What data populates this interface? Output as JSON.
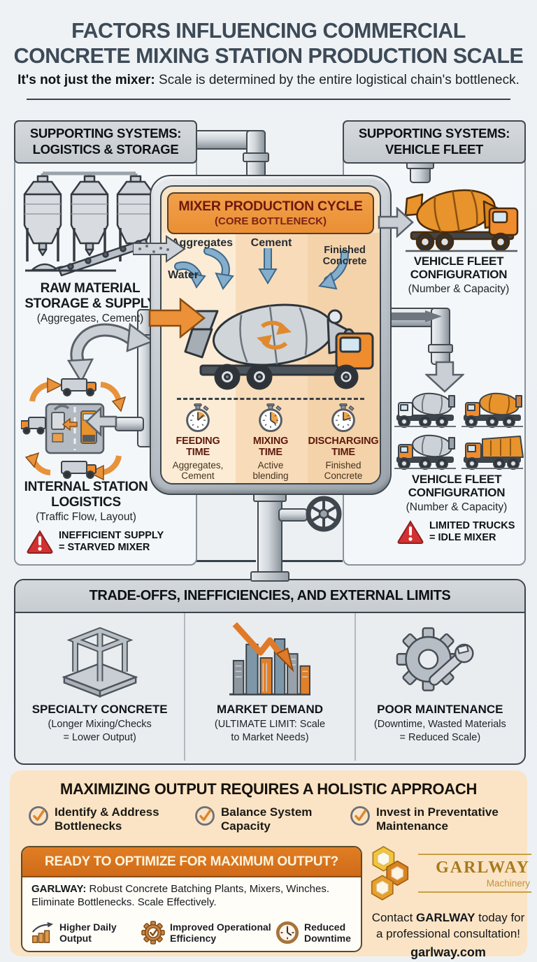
{
  "header": {
    "title_line1": "FACTORS INFLUENCING COMMERCIAL",
    "title_line2": "CONCRETE MIXING STATION PRODUCTION SCALE",
    "subtitle_bold": "It's not just the mixer:",
    "subtitle_rest": " Scale is determined by the entire logistical chain's bottleneck."
  },
  "left_panel": {
    "header_line1": "SUPPORTING SYSTEMS:",
    "header_line2": "LOGISTICS & STORAGE",
    "raw_material_line1": "RAW MATERIAL",
    "raw_material_line2": "STORAGE & SUPPLY",
    "raw_material_sub": "(Aggregates, Cement)",
    "logistics_line1": "INTERNAL STATION",
    "logistics_line2": "LOGISTICS",
    "logistics_sub": "(Traffic Flow, Layout)",
    "warning_line1": "INEFFICIENT SUPPLY",
    "warning_line2": "= STARVED MIXER"
  },
  "right_panel": {
    "header_line1": "SUPPORTING SYSTEMS:",
    "header_line2": "VEHICLE FLEET",
    "fleet_line1": "VEHICLE FLEET",
    "fleet_line2": "CONFIGURATION",
    "fleet_sub": "(Number & Capacity)",
    "warning_line1": "LIMITED TRUCKS",
    "warning_line2": "= IDLE MIXER"
  },
  "mixer_cycle": {
    "title": "MIXER PRODUCTION CYCLE",
    "subtitle": "(CORE BOTTLENECK)",
    "label_aggregates": "Aggregates",
    "label_cement": "Cement",
    "label_water": "Water",
    "label_finished_line1": "Finished",
    "label_finished_line2": "Concrete",
    "phases": [
      {
        "t1": "FEEDING",
        "t2": "TIME",
        "d1": "Aggregates,",
        "d2": "Cement"
      },
      {
        "t1": "MIXING",
        "t2": "TIME",
        "d1": "Active",
        "d2": "blending"
      },
      {
        "t1": "DISCHARGING",
        "t2": "TIME",
        "d1": "Finished",
        "d2": "Concrete"
      }
    ]
  },
  "tradeoffs": {
    "header": "TRADE-OFFS, INEFFICIENCIES, AND EXTERNAL LIMITS",
    "items": [
      {
        "title": "SPECIALTY CONCRETE",
        "d1": "(Longer Mixing/Checks",
        "d2": "= Lower Output)"
      },
      {
        "title": "MARKET DEMAND",
        "d1": "(ULTIMATE LIMIT: Scale",
        "d2": "to Market Needs)"
      },
      {
        "title": "POOR MAINTENANCE",
        "d1": "(Downtime, Wasted Materials",
        "d2": "= Reduced Scale)"
      }
    ]
  },
  "holistic": {
    "title": "MAXIMIZING OUTPUT REQUIRES A HOLISTIC APPROACH",
    "checks": [
      {
        "l1": "Identify & Address",
        "l2": "Bottlenecks"
      },
      {
        "l1": "Balance System",
        "l2": "Capacity"
      },
      {
        "l1": "Invest in Preventative",
        "l2": "Maintenance"
      }
    ]
  },
  "cta": {
    "header": "READY TO OPTIMIZE FOR MAXIMUM OUTPUT?",
    "body_bold": "GARLWAY:",
    "body_line1_rest": " Robust Concrete Batching Plants, Mixers, Winches.",
    "body_line2": "Eliminate Bottlenecks. Scale Effectively.",
    "benefits": [
      {
        "l1": "Higher Daily",
        "l2": "Output"
      },
      {
        "l1": "Improved Operational",
        "l2": "Efficiency"
      },
      {
        "l1": "Reduced",
        "l2": "Downtime"
      }
    ]
  },
  "brand": {
    "name": "GARLWAY",
    "tagline": "Machinery",
    "contact_pre": "Contact ",
    "contact_bold": "GARLWAY",
    "contact_post": " today for",
    "contact_line2": "a professional consultation!",
    "website": "garlway.com"
  },
  "colors": {
    "accent_orange": "#ee9740",
    "cta_orange": "#d9731f",
    "bottleneck_red": "#6e190e",
    "warning_red": "#d33131",
    "slate_title": "#3d4a57",
    "pipe_gray": "#b9c0c7",
    "peach_panel": "#f9e3c2",
    "holistic_peach": "#fbe4c5",
    "blue_arrow": "#84aecb",
    "brand_gold": "#a67a1e"
  },
  "icon_names": [
    "storage-silos-icon",
    "conveyor-icon",
    "mixer-truck-icon",
    "stopwatch-icon",
    "warning-triangle-icon",
    "fleet-mixer-truck-icon",
    "dump-truck-icon",
    "internal-logistics-icon",
    "valve-wheel-icon",
    "concrete-frame-icon",
    "declining-market-icon",
    "gear-wrench-icon",
    "check-circle-icon",
    "growth-chart-icon",
    "efficiency-gear-icon",
    "clock-icon",
    "hexagon-logo-icon",
    "curved-arrow-icon",
    "pipe-segment"
  ]
}
